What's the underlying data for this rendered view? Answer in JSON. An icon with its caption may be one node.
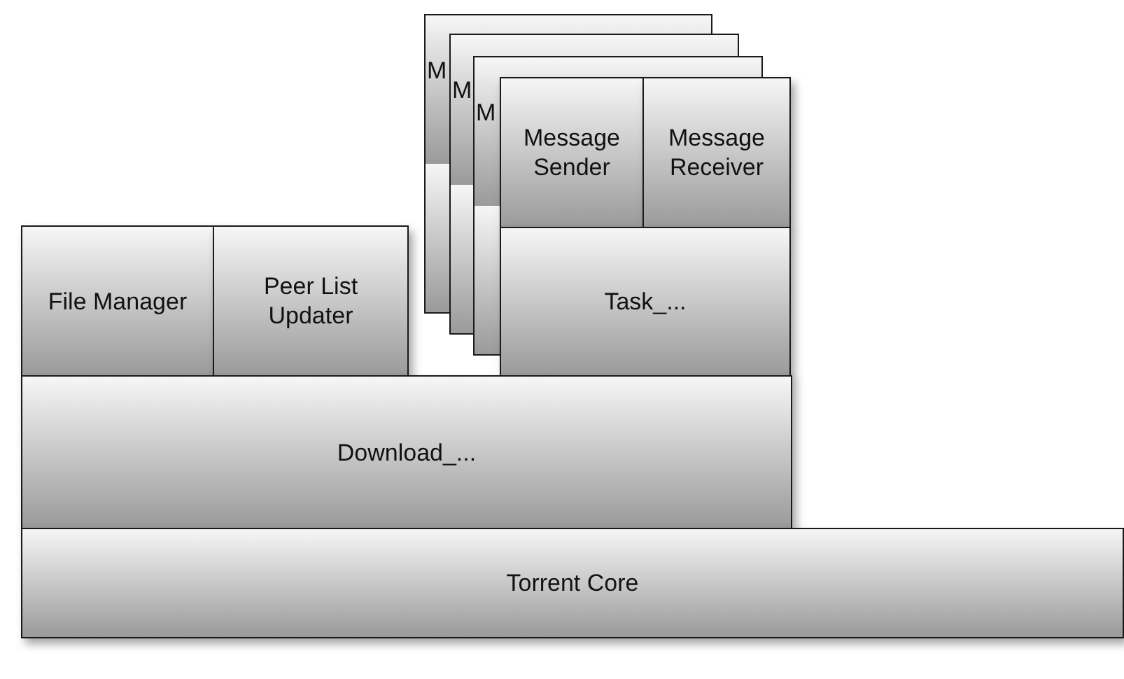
{
  "diagram": {
    "nodes": [
      {
        "text": [
          "Message Sender"
        ]
      },
      {
        "text": [
          "Message Receiver"
        ]
      },
      {
        "text": [
          "Task_..."
        ]
      },
      {
        "text": [
          "File Manager"
        ]
      },
      {
        "text": [
          "Peer List Updater"
        ]
      },
      {
        "text": [
          "Download_..."
        ]
      },
      {
        "text": [
          "Torrent Core"
        ]
      }
    ],
    "edges": [],
    "labels": [
      "M",
      "M",
      "M"
    ]
  }
}
